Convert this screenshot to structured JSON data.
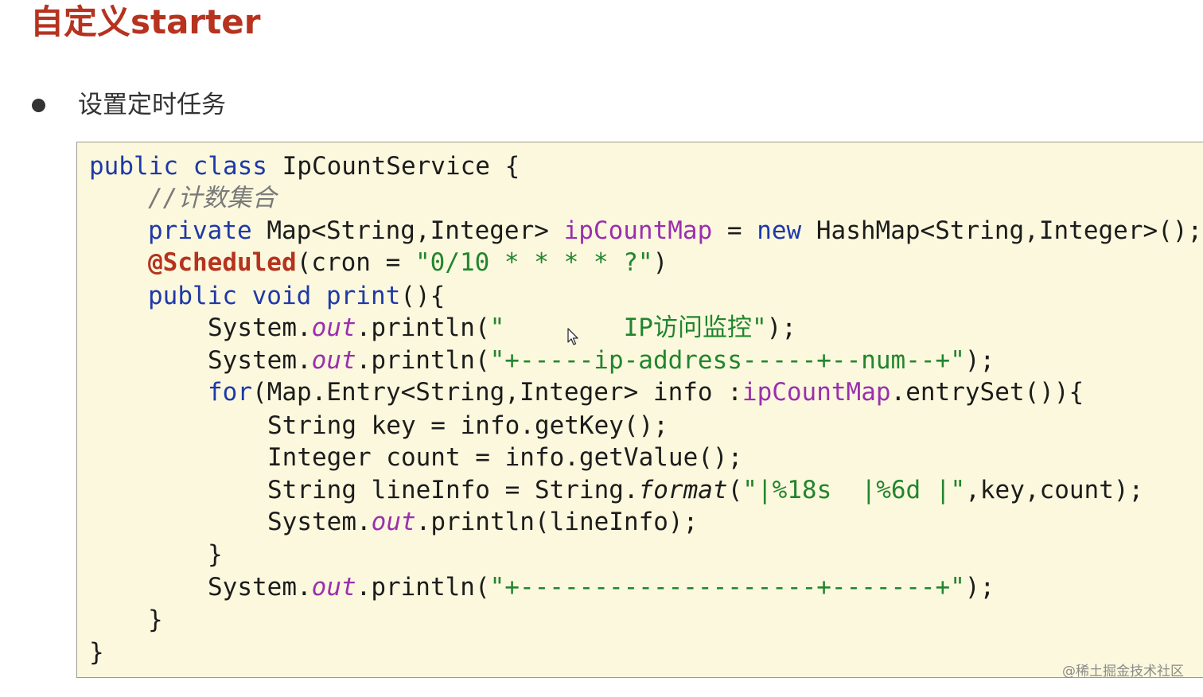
{
  "slide": {
    "title": "自定义starter",
    "bullet": "设置定时任务",
    "watermark": "@稀土掘金技术社区"
  },
  "code": {
    "l1_kw": "public class ",
    "l1_rest": "IpCountService {",
    "l2_comment": "//计数集合",
    "l3_kw": "private ",
    "l3_type": "Map<String,Integer> ",
    "l3_field": "ipCountMap",
    "l3_eq": " = ",
    "l3_new": "new ",
    "l3_rest": "HashMap<String,Integer>();",
    "l4_anno": "@Scheduled",
    "l4_open": "(cron = ",
    "l4_str": "\"0/10 * * * * ?\"",
    "l4_close": ")",
    "l5_kw": "public void ",
    "l5_method": "print",
    "l5_rest": "(){",
    "l6_sys": "System.",
    "l6_out": "out",
    "l6_call": ".println(",
    "l6_str": "\"        IP访问监控\"",
    "l6_end": ");",
    "l7_sys": "System.",
    "l7_out": "out",
    "l7_call": ".println(",
    "l7_str": "\"+-----ip-address-----+--num--+\"",
    "l7_end": ");",
    "l8_for": "for",
    "l8_mid": "(Map.Entry<String,Integer> info :",
    "l8_field": "ipCountMap",
    "l8_rest": ".entrySet()){",
    "l9": "String key = info.getKey();",
    "l10": "Integer count = info.getValue();",
    "l11_a": "String lineInfo = String.",
    "l11_fmt": "format",
    "l11_b": "(",
    "l11_str": "\"|%18s  |%6d |\"",
    "l11_c": ",key,count);",
    "l12_sys": "System.",
    "l12_out": "out",
    "l12_rest": ".println(lineInfo);",
    "l13": "}",
    "l14_sys": "System.",
    "l14_out": "out",
    "l14_call": ".println(",
    "l14_str": "\"+--------------------+-------+\"",
    "l14_end": ");",
    "l15": "}",
    "l16": "}"
  },
  "icons": [
    "mouse-pointer-icon",
    "bullet-dot-icon"
  ],
  "colors": {
    "title": "#b5331f",
    "code_background": "#fbf8dd",
    "keyword": "#1f39a8",
    "field": "#9b2fae",
    "string": "#22852e",
    "comment": "#7a7a7a",
    "annotation": "#b5331f"
  }
}
